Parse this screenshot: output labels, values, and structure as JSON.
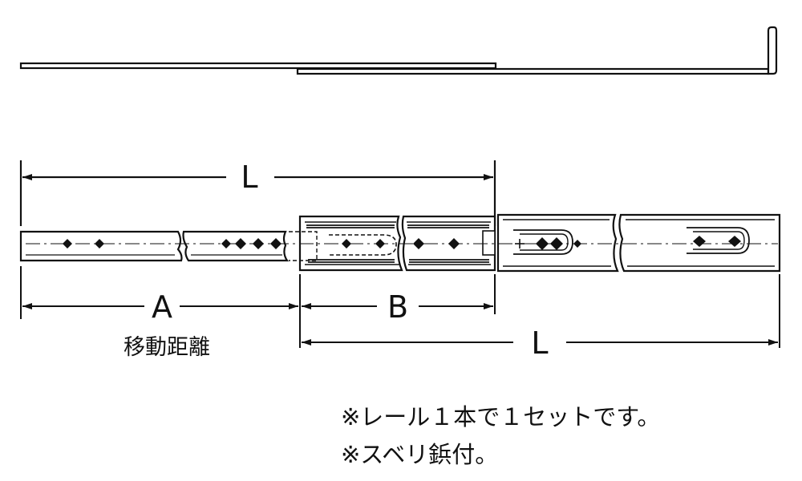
{
  "diagram": {
    "dimensions": {
      "overall_length_top": "L",
      "travel_distance_symbol": "A",
      "travel_distance_caption": "移動距離",
      "segment_b": "B",
      "overall_length_bottom": "L"
    },
    "notes": [
      "※レール１本で１セットです。",
      "※スベリ鋲付。"
    ],
    "colors": {
      "line": "#111111",
      "background": "#ffffff"
    }
  }
}
